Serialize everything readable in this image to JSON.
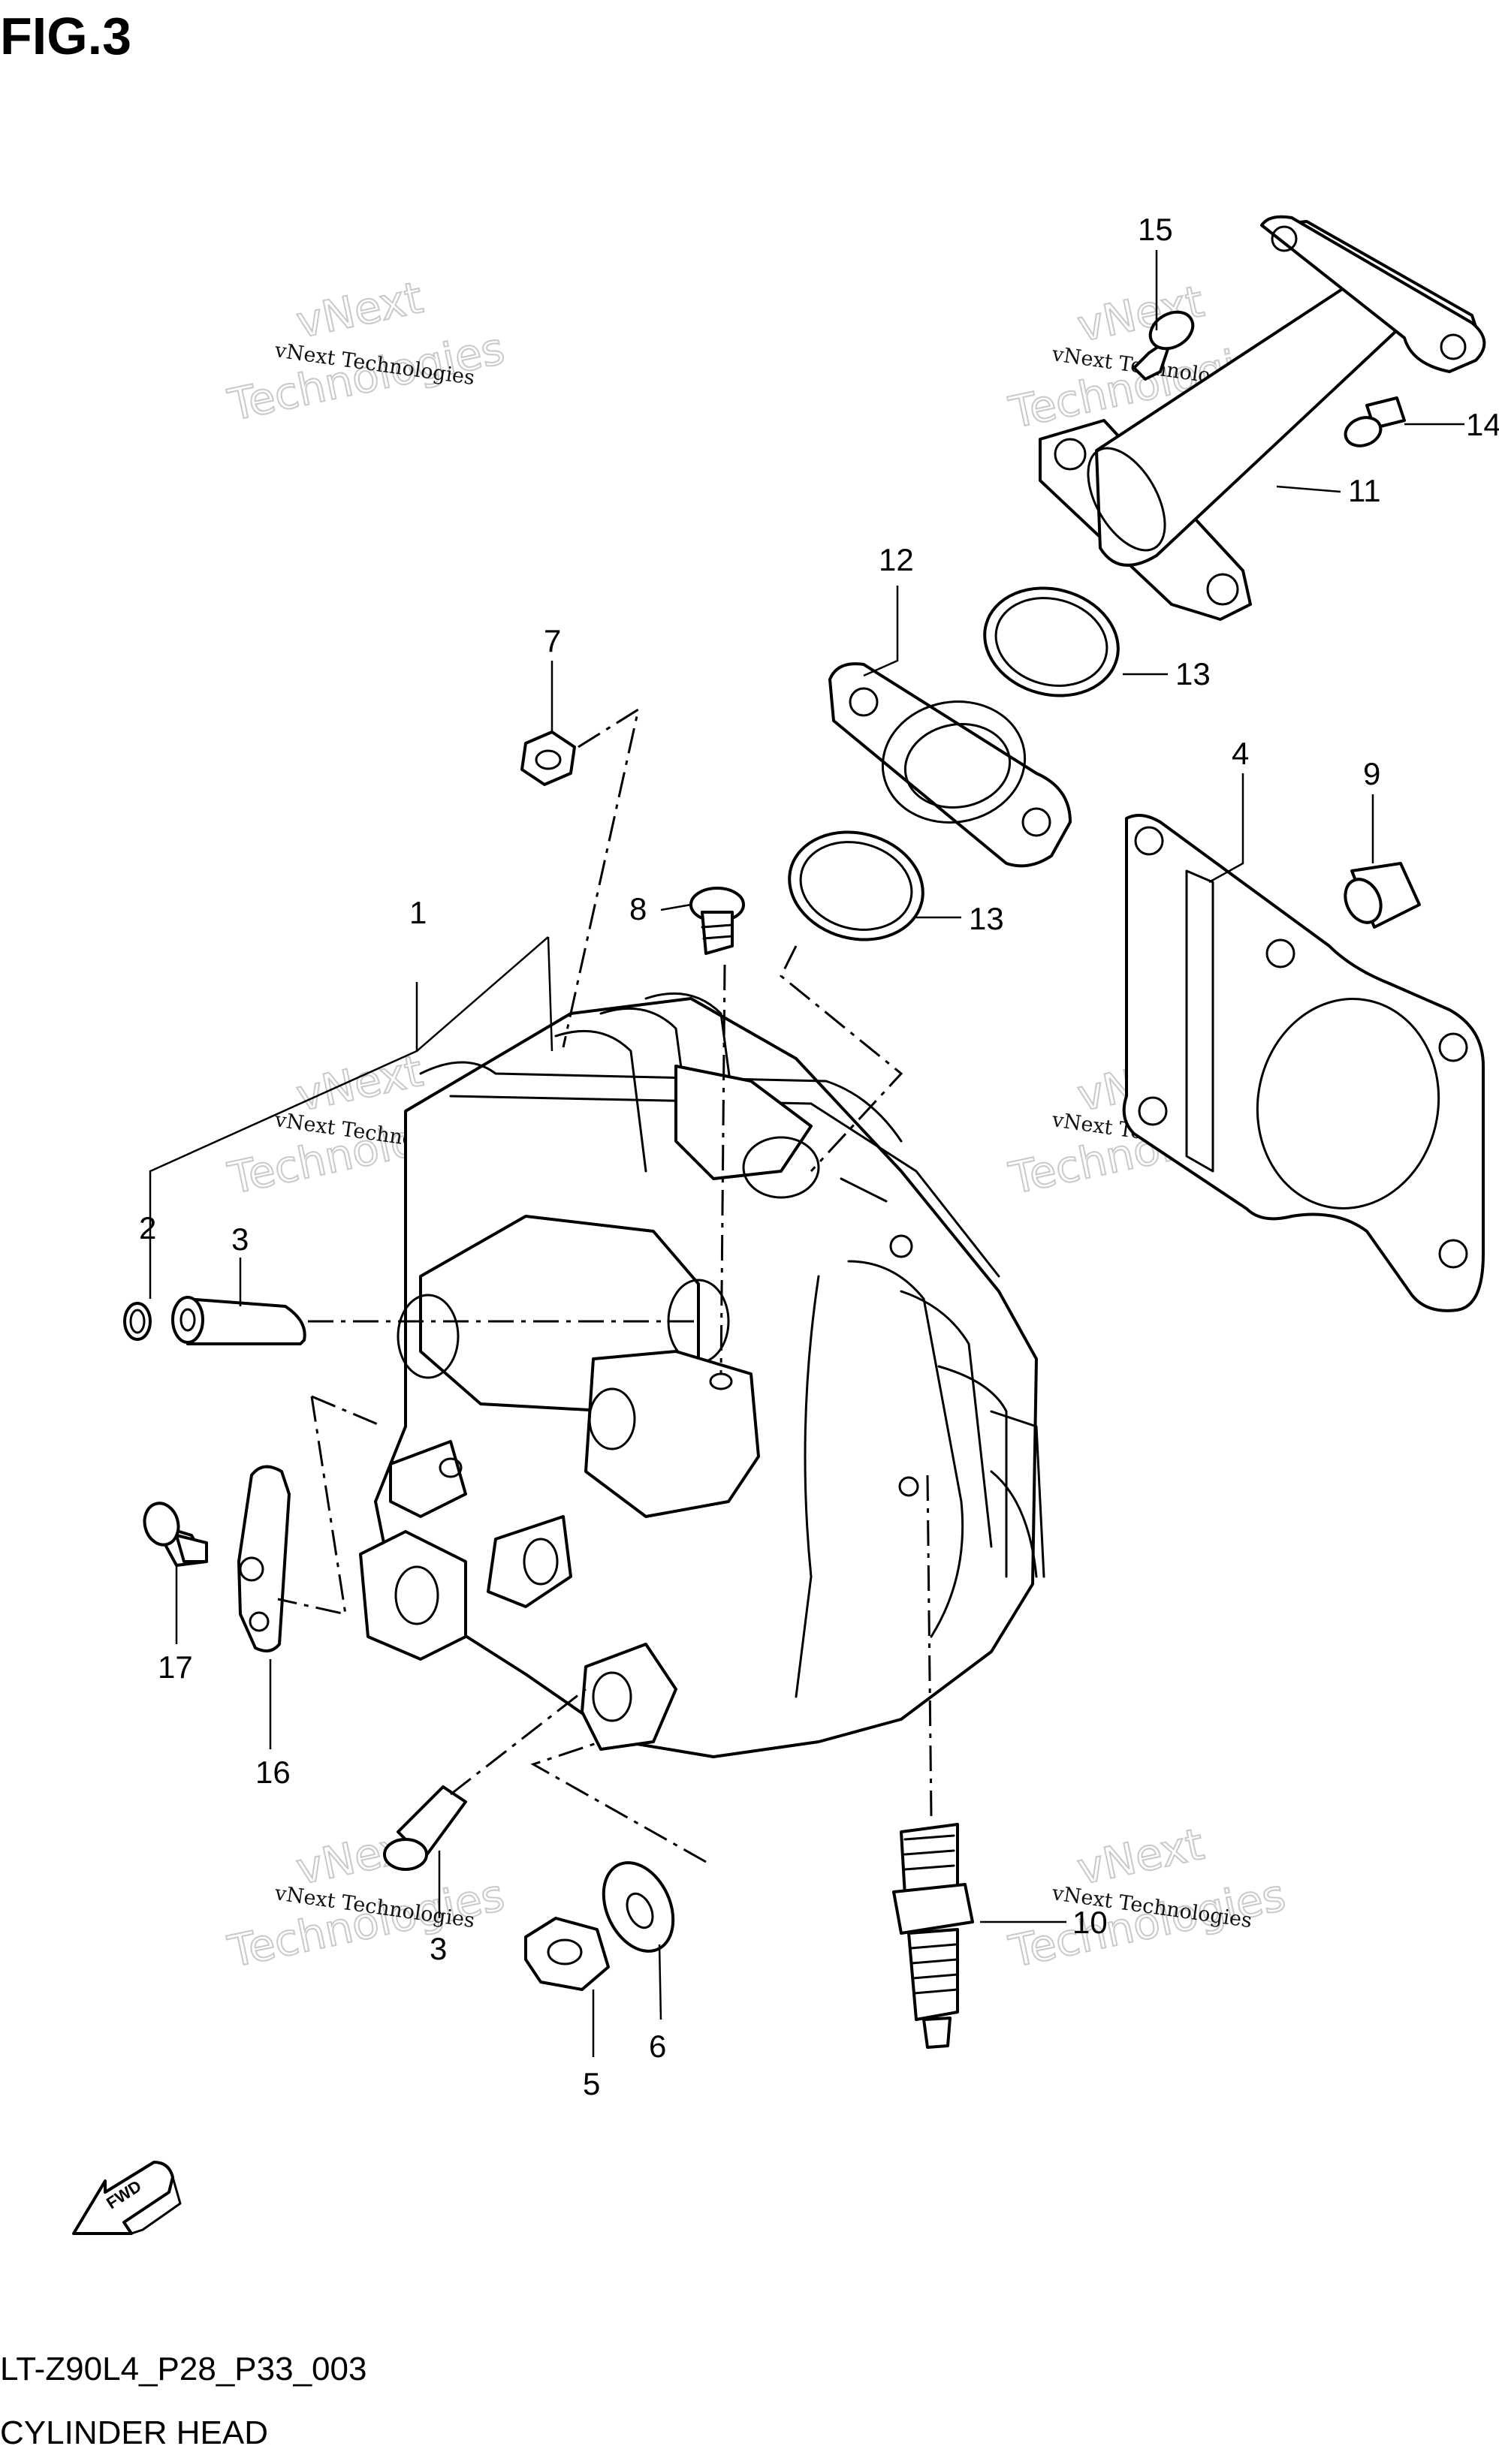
{
  "figure_label": "FIG.3",
  "diagram_code": "LT-Z90L4_P28_P33_003",
  "diagram_title": "CYLINDER HEAD",
  "watermark": {
    "line1": "vNext Technologies",
    "line2": "Technologies",
    "line3": "vNext"
  },
  "fwd_label": "FWD",
  "callouts": {
    "c1": "1",
    "c2": "2",
    "c3a": "3",
    "c3b": "3",
    "c4": "4",
    "c5": "5",
    "c6": "6",
    "c7": "7",
    "c8": "8",
    "c9": "9",
    "c10": "10",
    "c11": "11",
    "c12": "12",
    "c13a": "13",
    "c13b": "13",
    "c14": "14",
    "c15": "15",
    "c16": "16",
    "c17": "17"
  }
}
